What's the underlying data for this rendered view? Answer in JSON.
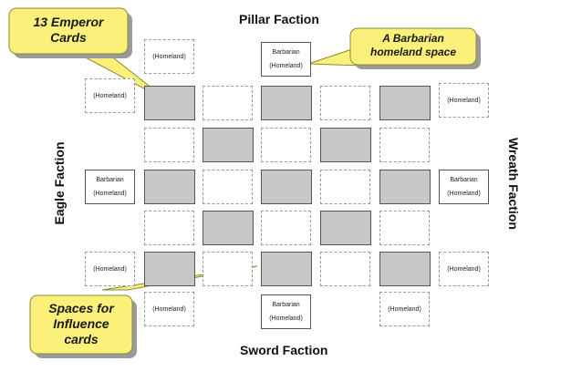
{
  "factions": {
    "top": "Pillar Faction",
    "bottom": "Sword Faction",
    "left": "Eagle Faction",
    "right": "Wreath Faction"
  },
  "homeland": {
    "barbarian": "Barbarian",
    "homeland": "(Homeland)"
  },
  "callouts": {
    "emperor_line1": "13 Emperor",
    "emperor_line2": "Cards",
    "barbarian_line1": "A Barbarian",
    "barbarian_line2": "homeland space",
    "influence_line1": "Spaces for",
    "influence_line2": "Influence",
    "influence_line3": "cards"
  },
  "colors": {
    "callout_fill": "#fbf07a",
    "callout_border": "#8a8a3a",
    "card_fill": "#c8c8c8"
  }
}
